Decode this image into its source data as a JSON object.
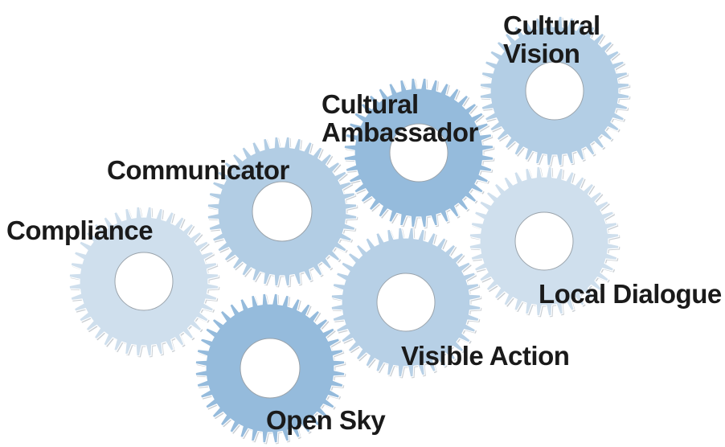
{
  "gears": [
    {
      "id": "compliance",
      "label_lines": [
        "Compliance"
      ],
      "color": "#cfdfed"
    },
    {
      "id": "local-dialogue",
      "label_lines": [
        "Local Dialogue"
      ],
      "color": "#cfdfed"
    },
    {
      "id": "visible-action",
      "label_lines": [
        "Visible Action"
      ],
      "color": "#b7d0e6"
    },
    {
      "id": "communicator",
      "label_lines": [
        "Communicator"
      ],
      "color": "#b2cde4"
    },
    {
      "id": "cultural-vision",
      "label_lines": [
        "Cultural",
        "Vision"
      ],
      "color": "#b3cee5"
    },
    {
      "id": "cultural-ambassador",
      "label_lines": [
        "Cultural",
        "Ambassador"
      ],
      "color": "#95bbdc"
    },
    {
      "id": "open-sky",
      "label_lines": [
        "Open Sky"
      ],
      "color": "#95bbdc"
    }
  ],
  "colors": {
    "hole": "#ffffff",
    "hole_edge": "#9aa3ab",
    "tooth_edge": "#ffffff",
    "label_text": "#1a1a1a"
  }
}
